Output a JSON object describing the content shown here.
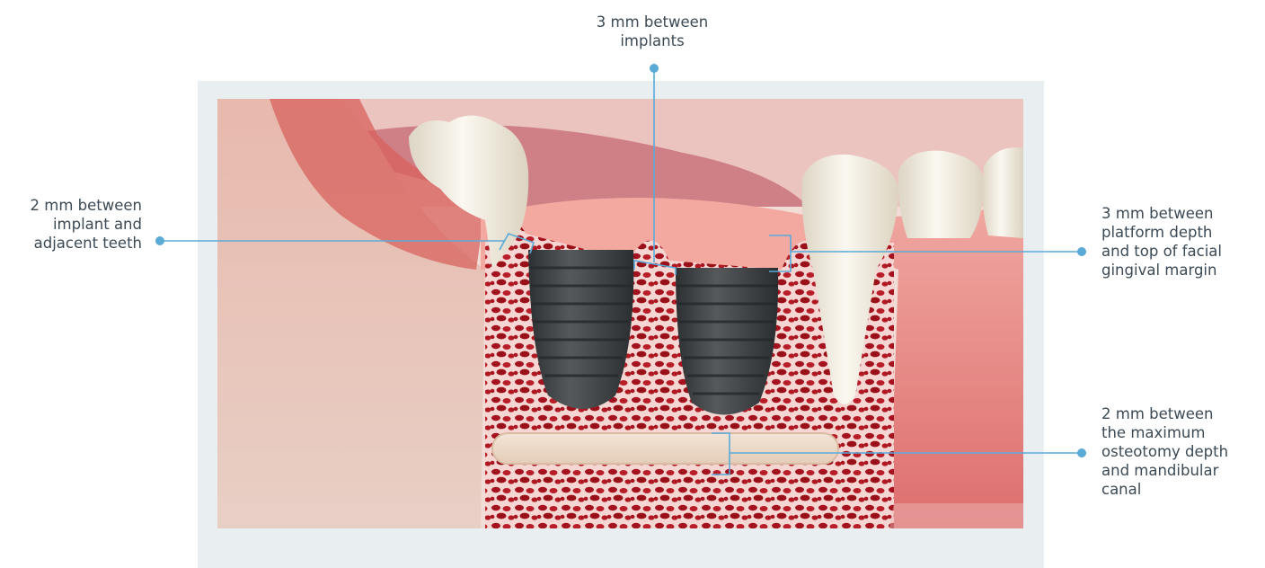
{
  "labels": {
    "implants_gap": "3 mm between\nimplants",
    "implant_teeth_gap": "2 mm between\nimplant and\nadjacent teeth",
    "platform_depth": "3 mm between\nplatform depth\nand top of facial\ngingival margin",
    "canal_gap": "2 mm between\nthe maximum\nosteotomy depth\nand mandibular\ncanal"
  },
  "colors": {
    "callout_line": "#5aaad8",
    "label_text": "#3c4a55",
    "frame_bg": "#e9eef1",
    "bone": "#a3121e",
    "gum": "#e58585",
    "implant": "#3f4244",
    "tooth": "#f2ece0"
  }
}
